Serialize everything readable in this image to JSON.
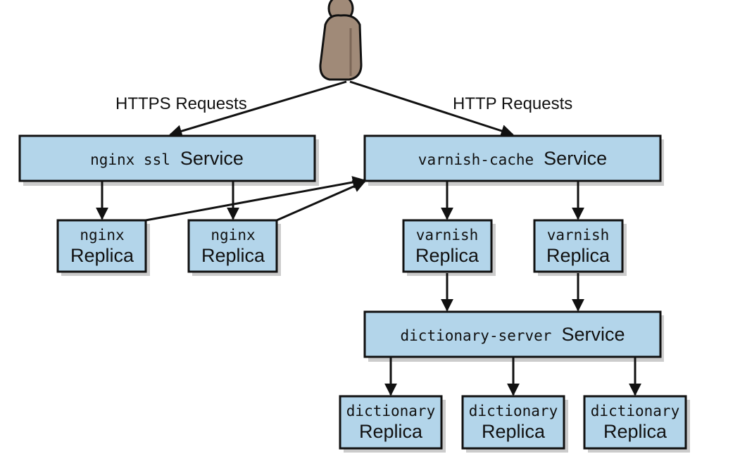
{
  "labels": {
    "https_requests": "HTTPS Requests",
    "http_requests": "HTTP Requests"
  },
  "services": {
    "nginx_ssl": {
      "name": "nginx ssl",
      "kind": "Service"
    },
    "varnish_cache": {
      "name": "varnish-cache",
      "kind": "Service"
    },
    "dictionary_server": {
      "name": "dictionary-server",
      "kind": "Service"
    }
  },
  "replicas": {
    "nginx_1": {
      "name": "nginx",
      "kind": "Replica"
    },
    "nginx_2": {
      "name": "nginx",
      "kind": "Replica"
    },
    "varnish_1": {
      "name": "varnish",
      "kind": "Replica"
    },
    "varnish_2": {
      "name": "varnish",
      "kind": "Replica"
    },
    "dictionary_1": {
      "name": "dictionary",
      "kind": "Replica"
    },
    "dictionary_2": {
      "name": "dictionary",
      "kind": "Replica"
    },
    "dictionary_3": {
      "name": "dictionary",
      "kind": "Replica"
    }
  },
  "colors": {
    "box_fill": "#b3d5ea",
    "stroke": "#111111",
    "user_icon": "#a08a78"
  },
  "icons": {
    "user": "person-icon"
  }
}
